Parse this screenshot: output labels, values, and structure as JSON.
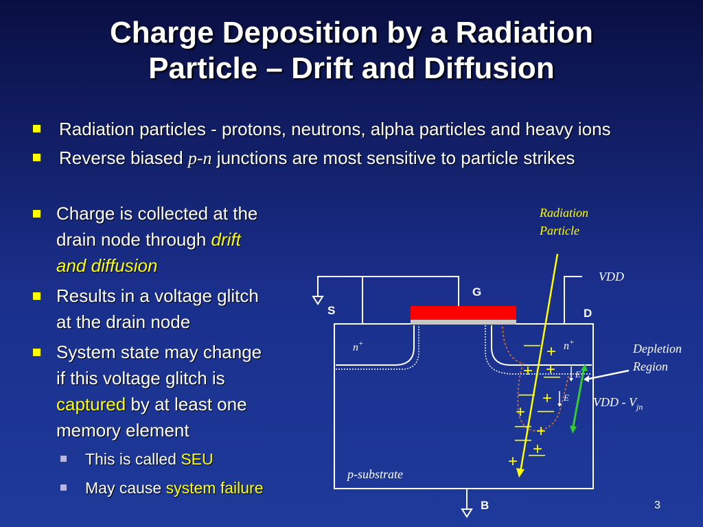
{
  "slide": {
    "title_line1": "Charge Deposition by a Radiation",
    "title_line2": "Particle – Drift and Diffusion",
    "page_number": "3"
  },
  "bullets_top": [
    {
      "text": "Radiation particles - protons, neutrons, alpha particles and heavy ions"
    },
    {
      "pre": "Reverse biased ",
      "emph": "p-n",
      "post": " junctions are most sensitive to particle strikes"
    }
  ],
  "bullets_left": {
    "b1_line1": "Charge is collected at the",
    "b1_line2_pre": "drain node through ",
    "b1_line2_emph": "drift",
    "b1_line3_emph": "and diffusion",
    "b2_line1": "Results in a voltage glitch",
    "b2_line2": "at the drain node",
    "b3_line1": "System state may change",
    "b3_line2": "if this voltage glitch is",
    "b3_line3_emph": "captured",
    "b3_line3_post": " by at least one",
    "b3_line4": "memory element",
    "sub1_pre": "This is called ",
    "sub1_emph": "SEU",
    "sub2_pre": "May cause ",
    "sub2_emph": "system failure"
  },
  "diagram": {
    "radiation_label_1": "Radiation",
    "radiation_label_2": "Particle",
    "vdd": "VDD",
    "gate": "G",
    "source": "S",
    "drain": "D",
    "body": "B",
    "n_plus": "n",
    "plus_sup": "+",
    "depletion_1": "Depletion",
    "depletion_2": "Region",
    "vdd_vjn_pre": "VDD - V",
    "vdd_vjn_sub": "jn",
    "field": "E",
    "substrate": "p-substrate"
  },
  "colors": {
    "accent": "#ffff00",
    "gate_fill": "#ff0000",
    "particle_track": "#ffff00",
    "field_arrow": "#33cc33",
    "depletion_outline": "#d4702a"
  }
}
